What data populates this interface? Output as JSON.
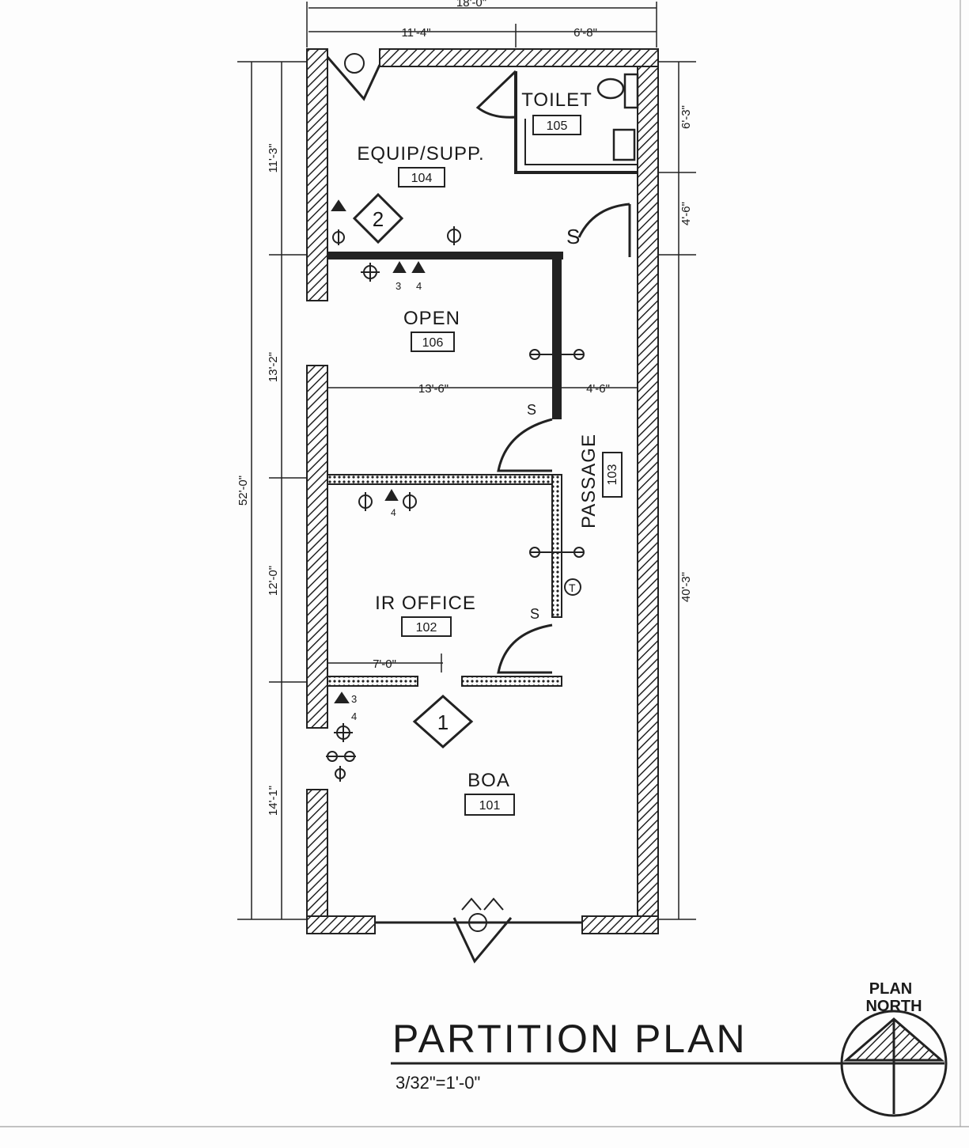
{
  "drawing": {
    "title": "PARTITION PLAN",
    "scale": "3/32\"=1'-0\"",
    "north_label_line1": "PLAN",
    "north_label_line2": "NORTH"
  },
  "rooms": [
    {
      "id": "equip",
      "name": "EQUIP/SUPP.",
      "number": "104"
    },
    {
      "id": "toilet",
      "name": "TOILET",
      "number": "105"
    },
    {
      "id": "open",
      "name": "OPEN",
      "number": "106"
    },
    {
      "id": "passage",
      "name": "PASSAGE",
      "number": "103"
    },
    {
      "id": "ir-office",
      "name": "IR OFFICE",
      "number": "102"
    },
    {
      "id": "boa",
      "name": "BOA",
      "number": "101"
    }
  ],
  "dimensions": {
    "top_overall": "18'-0\"",
    "top_left": "11'-4\"",
    "top_right": "6'-8\"",
    "left_overall": "52'-0\"",
    "left_seg1": "11'-3\"",
    "left_seg2": "13'-2\"",
    "left_seg3": "12'-0\"",
    "left_seg4": "14'-1\"",
    "right_seg1": "6'-3\"",
    "right_seg2": "4'-6\"",
    "right_seg3": "40'-3\"",
    "open_width": "13'-6\"",
    "passage_width": "4'-6\"",
    "office_door": "7'-0\""
  },
  "tags": {
    "tag_1": "1",
    "tag_2": "2",
    "sym_s1": "S",
    "sym_s2": "S",
    "sym_s3": "S",
    "sym_t": "T",
    "n3": "3",
    "n4": "4",
    "n4b": "4",
    "n3b": "3",
    "n4c": "4"
  }
}
